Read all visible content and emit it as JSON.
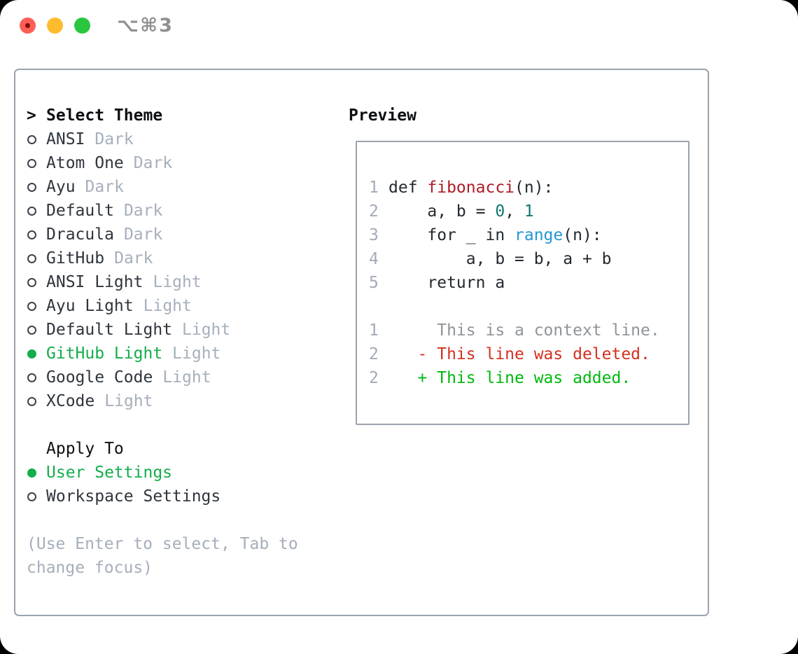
{
  "titlebar": {
    "title": "⌥⌘3"
  },
  "colors": {
    "selected_green": "#14ad4b",
    "added_green": "#00b90e",
    "deleted_red": "#d23120",
    "function_red": "#ad1d27",
    "call_blue": "#2697d5",
    "number_teal": "#11776f",
    "border_gray": "#9aa3ad",
    "traffic_red": "#fe5e56",
    "traffic_yellow": "#febb2e",
    "traffic_green": "#29c73f"
  },
  "theme_list": {
    "cursor": ">",
    "header": "Select Theme",
    "items": [
      {
        "name": "ANSI",
        "variant": "Dark",
        "selected": false
      },
      {
        "name": "Atom One",
        "variant": "Dark",
        "selected": false
      },
      {
        "name": "Ayu",
        "variant": "Dark",
        "selected": false
      },
      {
        "name": "Default",
        "variant": "Dark",
        "selected": false
      },
      {
        "name": "Dracula",
        "variant": "Dark",
        "selected": false
      },
      {
        "name": "GitHub",
        "variant": "Dark",
        "selected": false
      },
      {
        "name": "ANSI Light",
        "variant": "Light",
        "selected": false
      },
      {
        "name": "Ayu Light",
        "variant": "Light",
        "selected": false
      },
      {
        "name": "Default Light",
        "variant": "Light",
        "selected": false
      },
      {
        "name": "GitHub Light",
        "variant": "Light",
        "selected": true
      },
      {
        "name": "Google Code",
        "variant": "Light",
        "selected": false
      },
      {
        "name": "XCode",
        "variant": "Light",
        "selected": false
      }
    ]
  },
  "apply_to": {
    "header": "Apply To",
    "options": [
      {
        "name": "User Settings",
        "selected": true
      },
      {
        "name": "Workspace Settings",
        "selected": false
      }
    ]
  },
  "help_text": "(Use Enter to select, Tab to change focus)",
  "preview": {
    "title": "Preview",
    "code_lines": [
      {
        "no": "1",
        "s0": "def ",
        "s1": "fibonacci",
        "s2": "(n):"
      },
      {
        "no": "2",
        "s0": "    a, b = ",
        "s1": "0",
        "s2": ", ",
        "s3": "1"
      },
      {
        "no": "3",
        "s0": "    for _ in ",
        "s1": "range",
        "s2": "(n):"
      },
      {
        "no": "4",
        "s0": "        a, b = b, a + b"
      },
      {
        "no": "5",
        "s0": "    return a"
      }
    ],
    "diff_lines": [
      {
        "no": "1",
        "text": "     This is a context line.",
        "kind": "context"
      },
      {
        "no": "2",
        "text": "   - This line was deleted.",
        "kind": "deleted"
      },
      {
        "no": "2",
        "text": "   + This line was added.",
        "kind": "added"
      }
    ]
  }
}
